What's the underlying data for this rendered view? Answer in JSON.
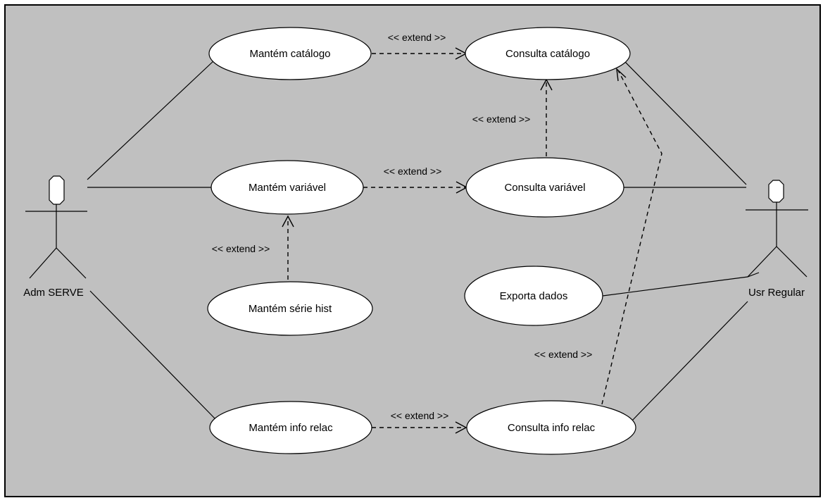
{
  "colors": {
    "background": "#c0c0c0",
    "frame": "#000000",
    "usecase_fill": "#ffffff",
    "line": "#000000"
  },
  "actors": {
    "admin": {
      "name": "Adm SERVE"
    },
    "user": {
      "name": "Usr Regular"
    }
  },
  "use_cases": {
    "mantem_catalogo": "Mantém catálogo",
    "consulta_catalogo": "Consulta catálogo",
    "mantem_variavel": "Mantém variável",
    "consulta_variavel": "Consulta variável",
    "mantem_serie_hist": "Mantém série hist",
    "exporta_dados": "Exporta dados",
    "mantem_info_relac": "Mantém info relac",
    "consulta_info_relac": "Consulta info relac"
  },
  "stereotypes": {
    "extend_catalogo": "<< extend >>",
    "extend_variavel_to_catalogo": "<< extend >>",
    "extend_variavel": "<< extend >>",
    "extend_serie_hist": "<< extend >>",
    "extend_info_to_catalogo": "<< extend >>",
    "extend_info_relac": "<< extend >>"
  }
}
